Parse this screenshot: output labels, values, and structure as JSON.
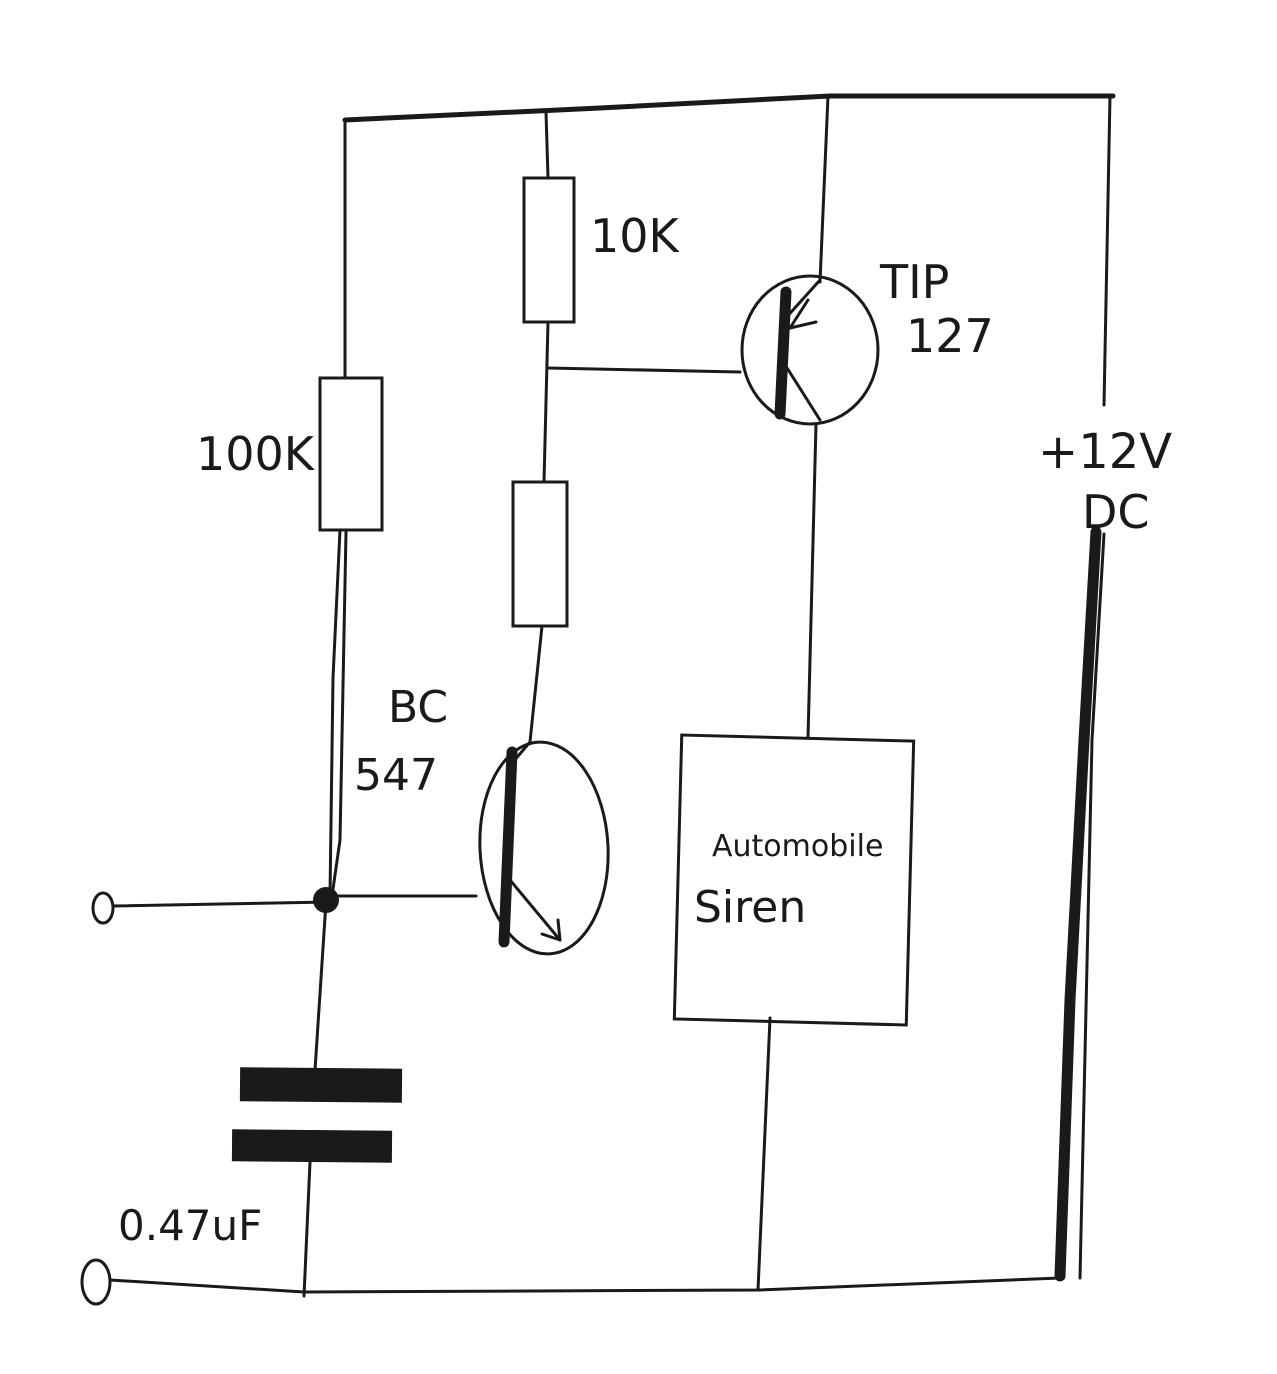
{
  "labels": {
    "r_100k": "100K",
    "r_10k": "10K",
    "q1_line1": "BC",
    "q1_line2": "547",
    "q2_line1": "TIP",
    "q2_line2": "127",
    "siren_line1": "Automobile",
    "siren_line2": "Siren",
    "supply_line1": "+12V",
    "supply_line2": "DC",
    "cap_value": "0.47uF"
  },
  "colors": {
    "ink": "#1a1a1a",
    "paper": "#ffffff"
  }
}
